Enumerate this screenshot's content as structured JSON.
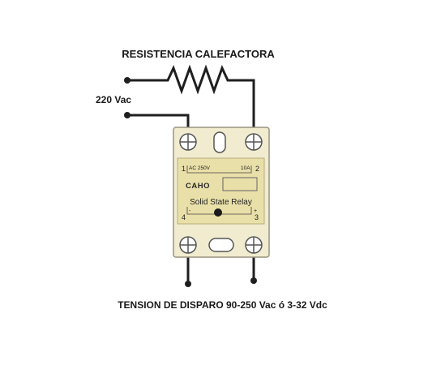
{
  "title": "RESISTENCIA CALEFACTORA",
  "supply_label": "220 Vac",
  "trigger_label": "TENSION DE DISPARO 90-250 Vac ó 3-32 Vdc",
  "relay": {
    "terminal_1": "1",
    "terminal_2": "2",
    "terminal_3": "3",
    "terminal_4": "4",
    "ac_rating": "AC 250V",
    "current_rating": "10A",
    "brand": "CAHO",
    "model": "Solid State Relay",
    "plus_sign": "+",
    "minus_sign": "-"
  },
  "colors": {
    "wire": "#1f1f1f",
    "relay_body": "#f1eccf",
    "relay_outline": "#999480",
    "label_panel": "#e9dfa8",
    "screw": "#ffffff"
  }
}
